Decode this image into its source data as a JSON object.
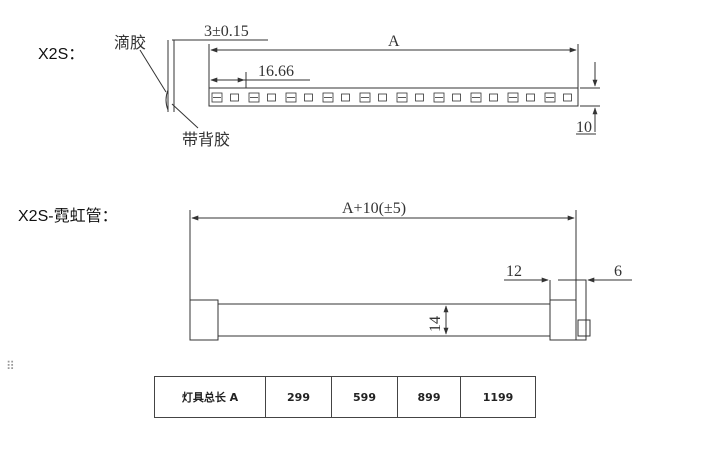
{
  "section1": {
    "heading": "X2S：",
    "label_glue": "滴胶",
    "label_backing": "带背胶",
    "dim_thickness": "3±0.15",
    "dim_length": "A",
    "dim_pitch": "16.66",
    "dim_width": "10"
  },
  "section2": {
    "heading": "X2S-霓虹管：",
    "dim_total": "A+10(±5)",
    "dim_end": "12",
    "dim_cap": "6",
    "dim_height": "14"
  },
  "grip_icon": "⠿",
  "table": {
    "header": "灯具总长 A",
    "values": [
      "299",
      "599",
      "899",
      "1199"
    ]
  }
}
